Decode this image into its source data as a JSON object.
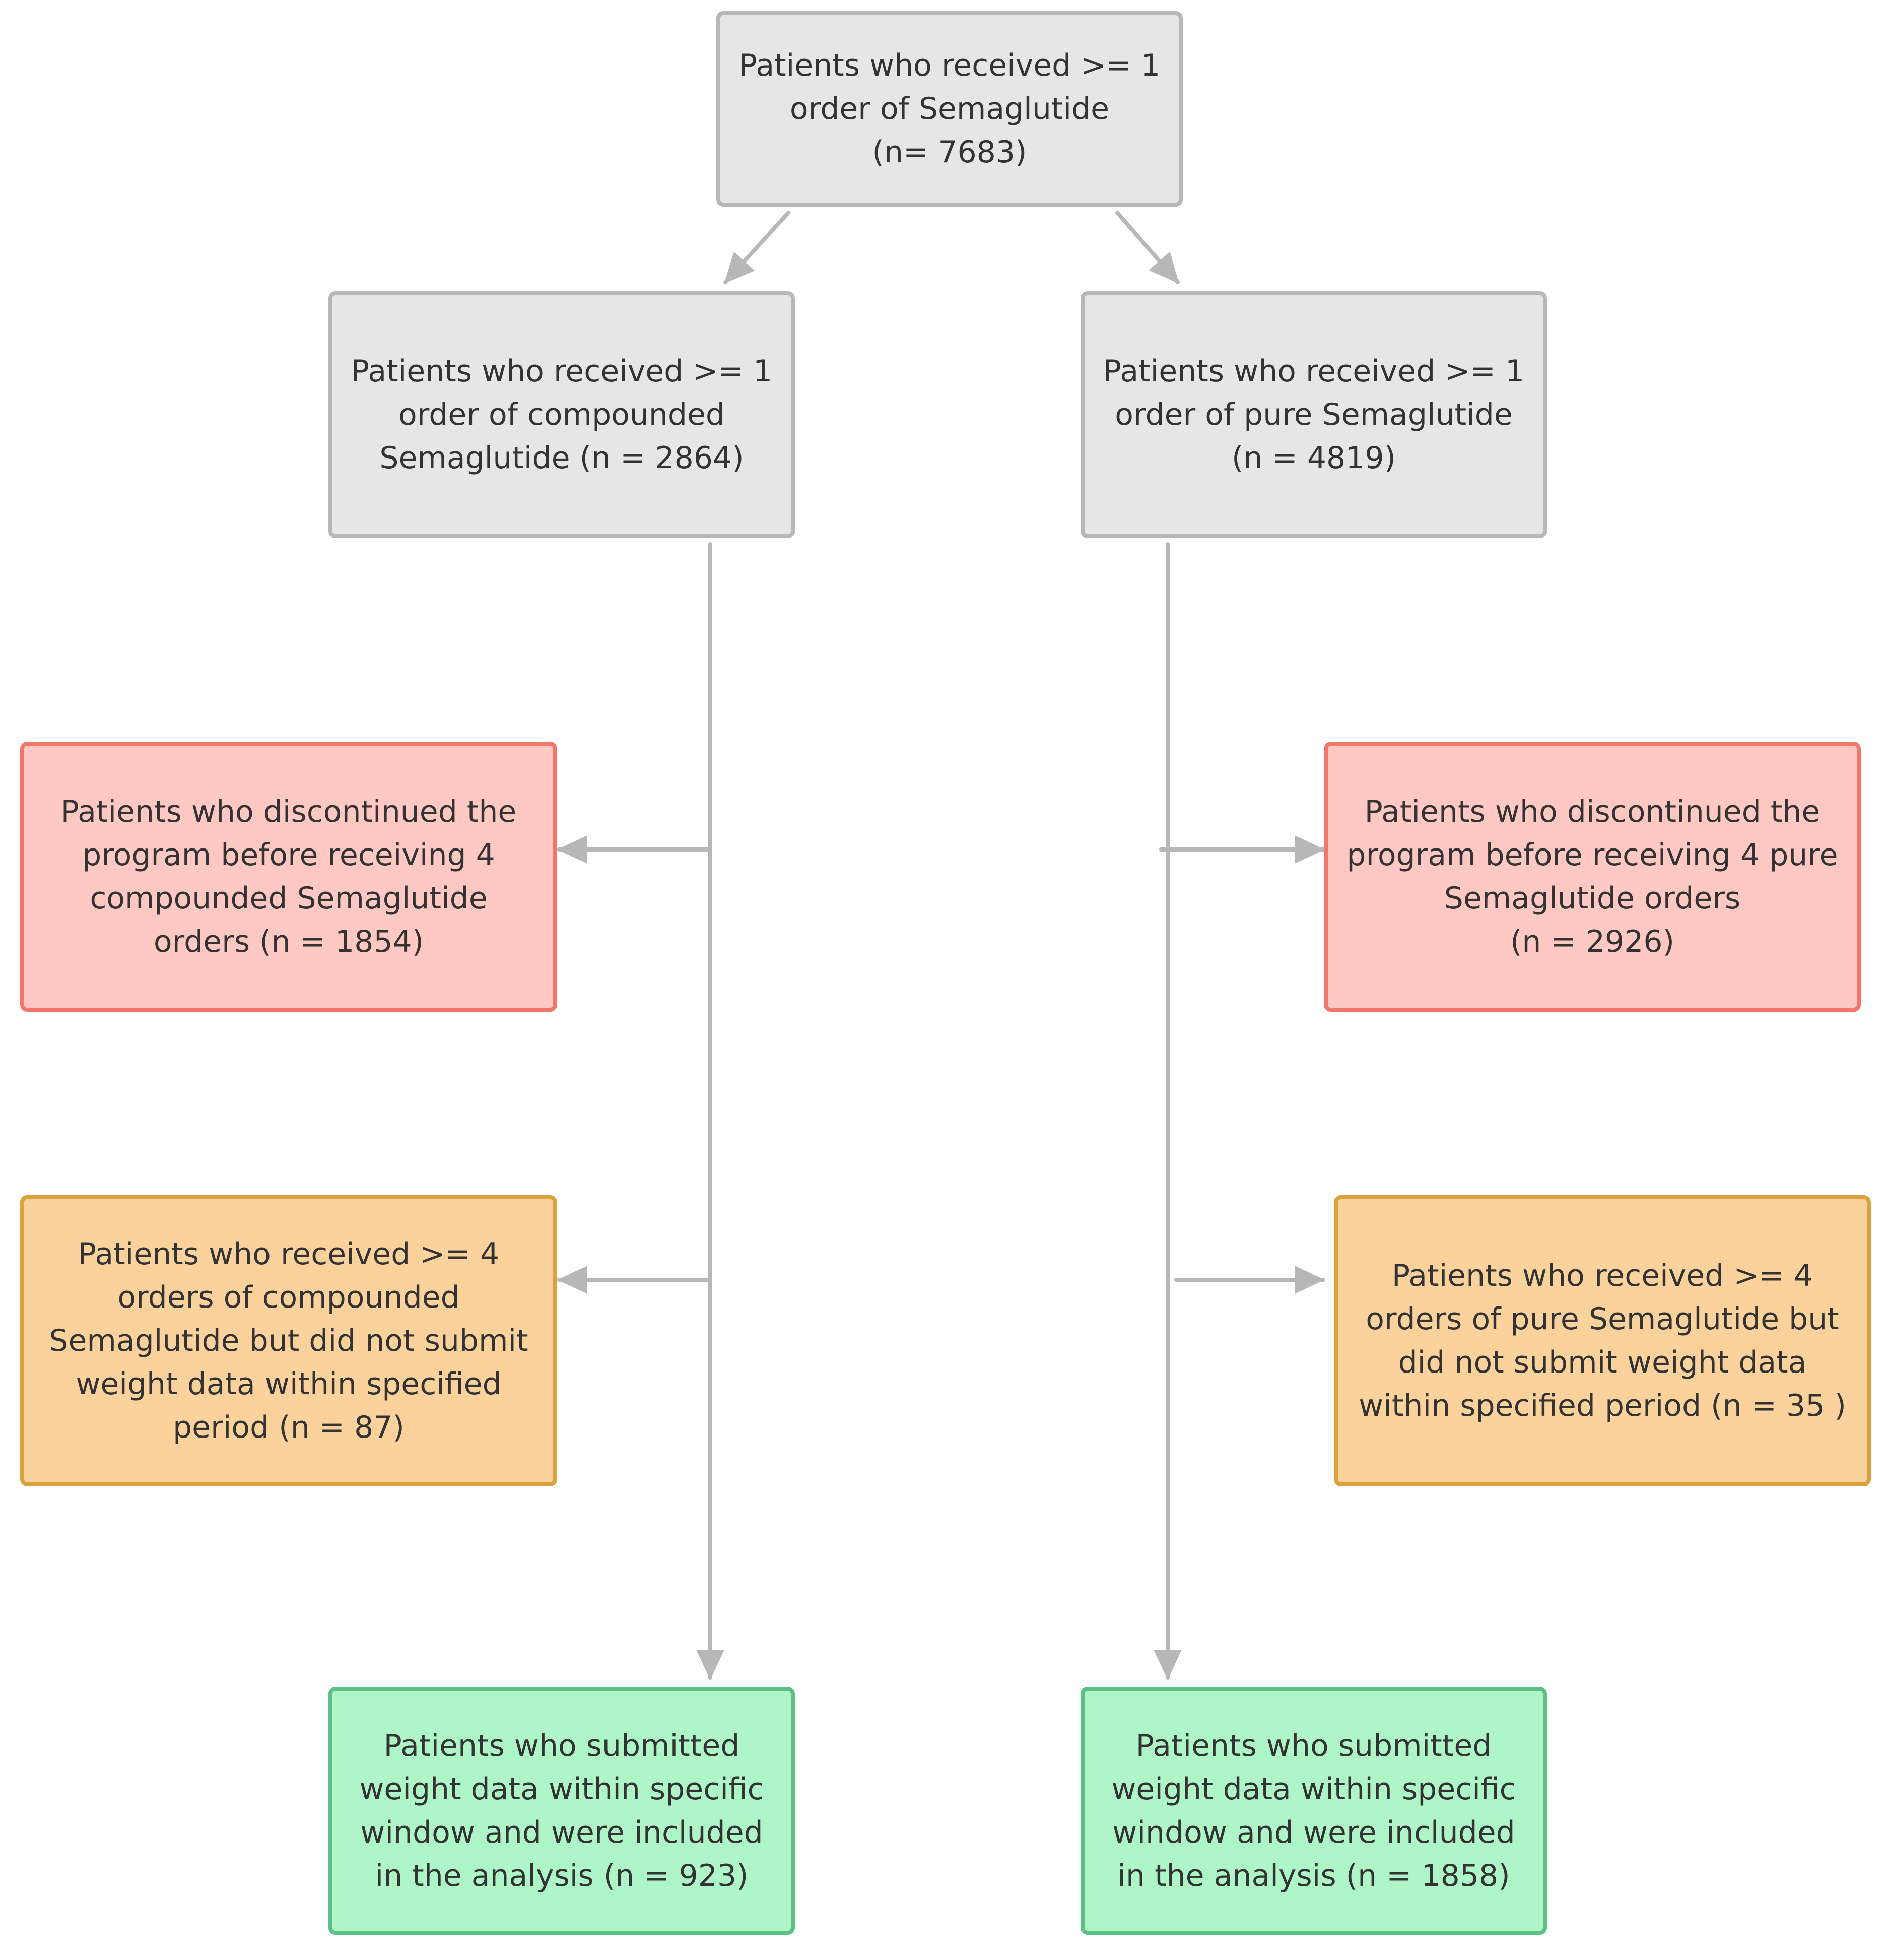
{
  "colors": {
    "connector": "#b7b7b7",
    "text": "#333333",
    "gray_fill": "#e6e6e6",
    "red_fill": "#ffc8c3",
    "orange_fill": "#fcd29c",
    "green_fill": "#aef5c8"
  },
  "nodes": {
    "root": {
      "text": "Patients who received >= 1\norder of Semaglutide\n(n= 7683)"
    },
    "compounded": {
      "text": "Patients who received >= 1\norder of compounded\nSemaglutide (n = 2864)"
    },
    "pure": {
      "text": "Patients who received >= 1\norder of pure Semaglutide\n(n = 4819)"
    },
    "compounded_discontinued": {
      "text": "Patients who discontinued the\nprogram before receiving 4\ncompounded Semaglutide\norders (n = 1854)"
    },
    "pure_discontinued": {
      "text": "Patients who discontinued the\nprogram before receiving 4 pure\nSemaglutide orders\n(n = 2926)"
    },
    "compounded_no_weight": {
      "text": "Patients who received >= 4\norders of compounded\nSemaglutide but did not submit\nweight data within specified\nperiod (n = 87)"
    },
    "pure_no_weight": {
      "text": "Patients who received >= 4\norders of pure Semaglutide but\ndid not submit weight data\nwithin specified period (n = 35 )"
    },
    "compounded_included": {
      "text": "Patients who submitted\nweight data within specific\nwindow and were included\nin the analysis (n = 923)"
    },
    "pure_included": {
      "text": "Patients who submitted\nweight data within specific\nwindow and were included\nin the analysis (n = 1858)"
    }
  },
  "edges": [
    {
      "from": "root",
      "to": "compounded"
    },
    {
      "from": "root",
      "to": "pure"
    },
    {
      "from": "compounded",
      "to": "compounded_discontinued"
    },
    {
      "from": "compounded",
      "to": "compounded_no_weight"
    },
    {
      "from": "compounded",
      "to": "compounded_included"
    },
    {
      "from": "pure",
      "to": "pure_discontinued"
    },
    {
      "from": "pure",
      "to": "pure_no_weight"
    },
    {
      "from": "pure",
      "to": "pure_included"
    }
  ]
}
